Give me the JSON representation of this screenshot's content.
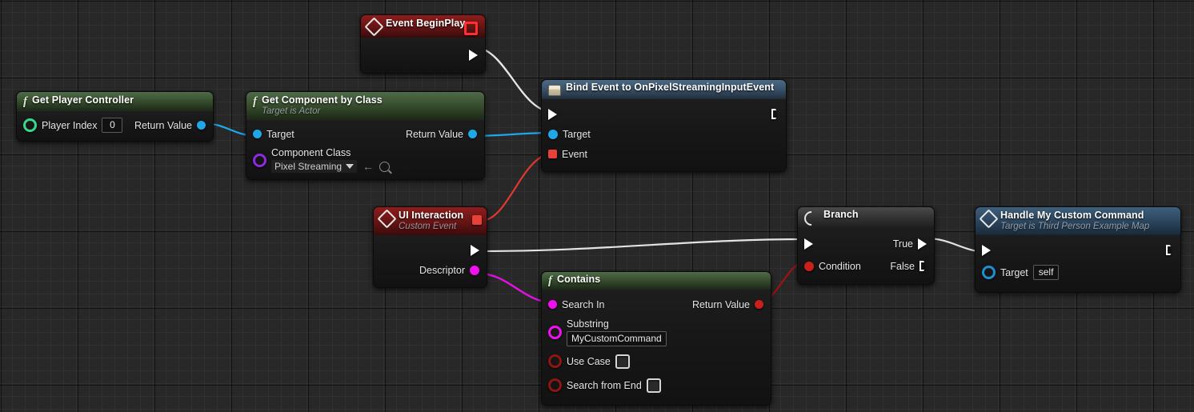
{
  "app": {
    "kind": "blueprint-graph",
    "background_color": "#282828"
  },
  "colors": {
    "exec_white": "#ffffff",
    "object_blue": "#22aaee",
    "string_magenta": "#ff00ff",
    "bool_red": "#cc2222",
    "class_purple": "#8a2be2",
    "int_green": "#3ddc84",
    "event_red_header": "#8d1d1d",
    "function_green_header": "#4f6b4a",
    "event_blue_header": "#3e5f7c",
    "branch_gray_header": "#4a4a4a",
    "bind_header": "#4c6a86"
  },
  "nodes": {
    "event_begin_play": {
      "title": "Event BeginPlay",
      "icon": "event-diamond-icon",
      "header_pin": "delegate-pin",
      "exec_out": "exec-out-pin"
    },
    "get_player_controller": {
      "title": "Get Player Controller",
      "icon": "function-f-icon",
      "inputs": [
        {
          "label": "Player Index",
          "pin": "int-pin",
          "value": "0"
        }
      ],
      "outputs": [
        {
          "label": "Return Value",
          "pin": "object-pin"
        }
      ]
    },
    "get_component_by_class": {
      "title": "Get Component by Class",
      "subtitle": "Target is Actor",
      "icon": "function-f-icon",
      "inputs": [
        {
          "label": "Target",
          "pin": "object-pin"
        },
        {
          "label": "Component Class",
          "pin": "class-pin",
          "value": "Pixel Streaming"
        }
      ],
      "outputs": [
        {
          "label": "Return Value",
          "pin": "object-pin"
        }
      ],
      "class_picker": {
        "selected": "Pixel Streaming",
        "dropdown_icon": "chevron-down-icon",
        "back_icon": "back-arrow-icon",
        "browse_icon": "magnifier-icon"
      }
    },
    "bind_event": {
      "title": "Bind Event to OnPixelStreamingInputEvent",
      "icon": "delegate-bind-icon",
      "inputs": [
        {
          "label": "Target",
          "pin": "object-pin"
        },
        {
          "label": "Event",
          "pin": "delegate-pin"
        }
      ]
    },
    "ui_interaction": {
      "title": "UI Interaction",
      "subtitle": "Custom Event",
      "icon": "event-diamond-icon",
      "header_pin": "delegate-pin",
      "outputs": [
        {
          "label": "Descriptor",
          "pin": "string-pin"
        }
      ]
    },
    "contains": {
      "title": "Contains",
      "icon": "function-f-icon",
      "inputs": [
        {
          "label": "Search In",
          "pin": "string-pin"
        },
        {
          "label": "Substring",
          "pin": "string-pin",
          "value": "MyCustomCommand"
        },
        {
          "label": "Use Case",
          "pin": "bool-pin",
          "checked": false
        },
        {
          "label": "Search from End",
          "pin": "bool-pin",
          "checked": false
        }
      ],
      "outputs": [
        {
          "label": "Return Value",
          "pin": "bool-pin"
        }
      ]
    },
    "branch": {
      "title": "Branch",
      "icon": "branch-icon",
      "inputs": [
        {
          "label": "Condition",
          "pin": "bool-pin"
        }
      ],
      "outputs": [
        {
          "label": "True",
          "pin": "exec-pin"
        },
        {
          "label": "False",
          "pin": "exec-pin"
        }
      ]
    },
    "handle_my_custom_command": {
      "title": "Handle My Custom Command",
      "subtitle": "Target is Third Person Example Map",
      "icon": "event-diamond-icon",
      "inputs": [
        {
          "label": "Target",
          "pin": "self-object-pin",
          "value": "self"
        }
      ]
    }
  }
}
